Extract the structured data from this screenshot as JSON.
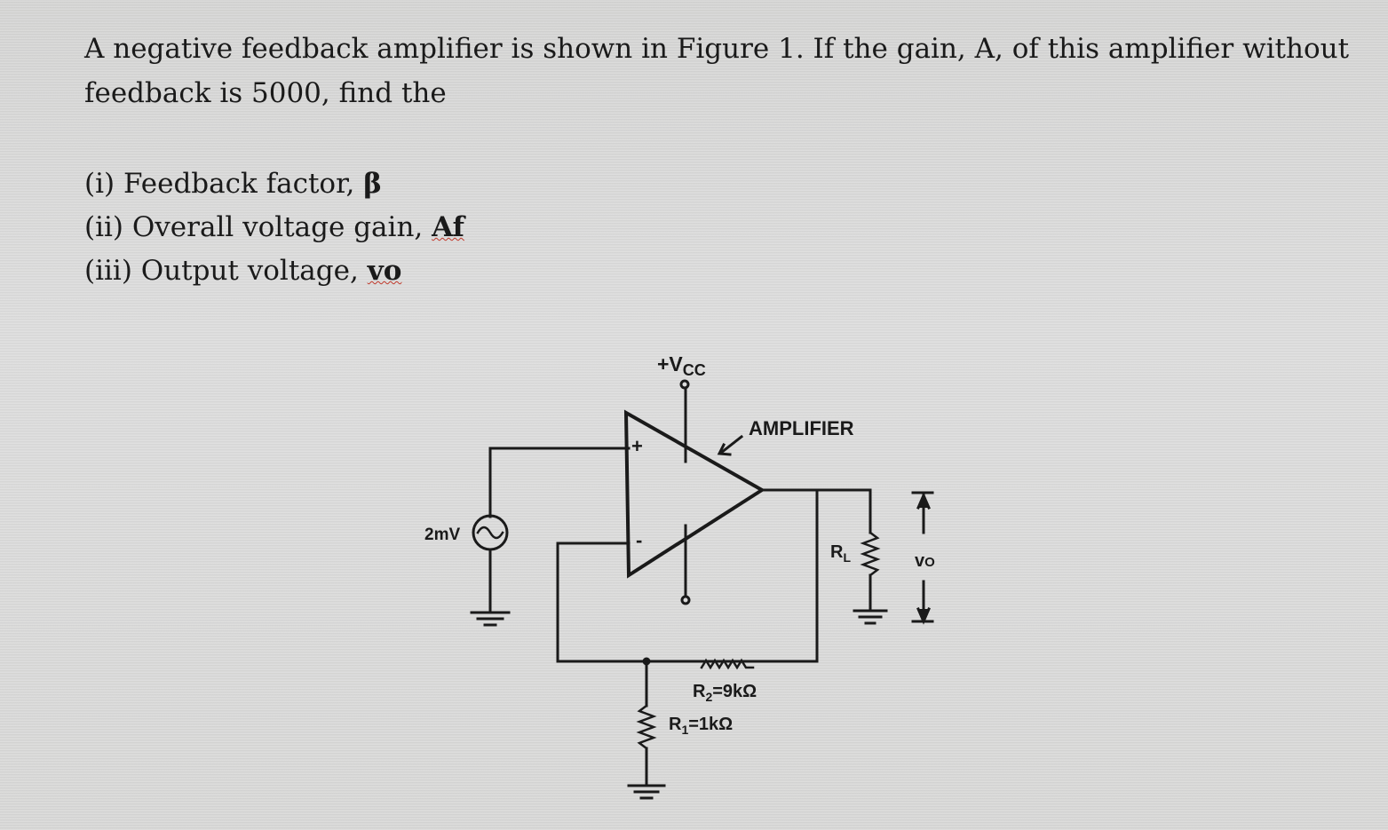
{
  "question": {
    "line1": "A negative feedback amplifier is shown in Figure 1. If the gain, A, of this amplifier without",
    "line2": "feedback is 5000, find the"
  },
  "parts": [
    {
      "label": "(i) Feedback factor, ",
      "symbol": "β"
    },
    {
      "label": "(ii) Overall voltage gain, ",
      "symbol": "Af"
    },
    {
      "label": "(iii) Output voltage, ",
      "symbol": "vo"
    }
  ],
  "figure": {
    "vcc_label": "+V",
    "vcc_sub": "CC",
    "amplifier_label": "AMPLIFIER",
    "plus_sign": "+",
    "minus_sign": "-",
    "source_label": "2mV",
    "rl_label": "R",
    "rl_sub": "L",
    "vo_label": "v",
    "vo_sub": "O",
    "r2_label": "R",
    "r2_sub": "2",
    "r2_value": "=9kΩ",
    "r1_label": "R",
    "r1_sub": "1",
    "r1_value": "=1kΩ"
  },
  "colors": {
    "background": "#dcdcdb",
    "ink": "#1a1a1a",
    "spellcheck_underline": "#c0392b"
  }
}
